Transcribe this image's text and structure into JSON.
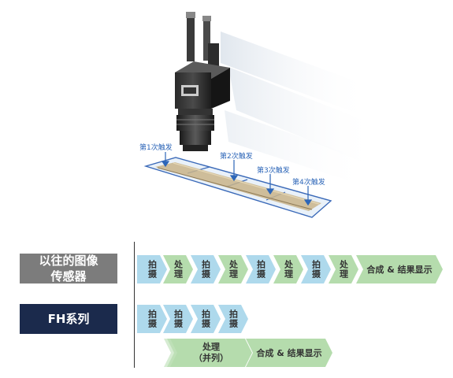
{
  "illustration": {
    "triggers": [
      "第1次触发",
      "第2次触发",
      "第3次触发",
      "第4次触发"
    ]
  },
  "rows": {
    "conventional": {
      "label_line1": "以往的图像",
      "label_line2": "传感器",
      "steps": [
        "拍摄",
        "处理",
        "拍摄",
        "处理",
        "拍摄",
        "处理",
        "拍摄",
        "处理"
      ],
      "final": "合成 & 结果显示"
    },
    "fh": {
      "label": "FH系列",
      "shoot_steps": [
        "拍摄",
        "拍摄",
        "拍摄",
        "拍摄"
      ],
      "parallel_line1": "处理",
      "parallel_line2": "（并列）",
      "final": "合成 & 结果显示"
    }
  },
  "colors": {
    "shoot": "#aed9ec",
    "process": "#b5dcad",
    "conventional_label_bg": "#7c7c7c",
    "fh_label_bg": "#1b2a4c"
  }
}
